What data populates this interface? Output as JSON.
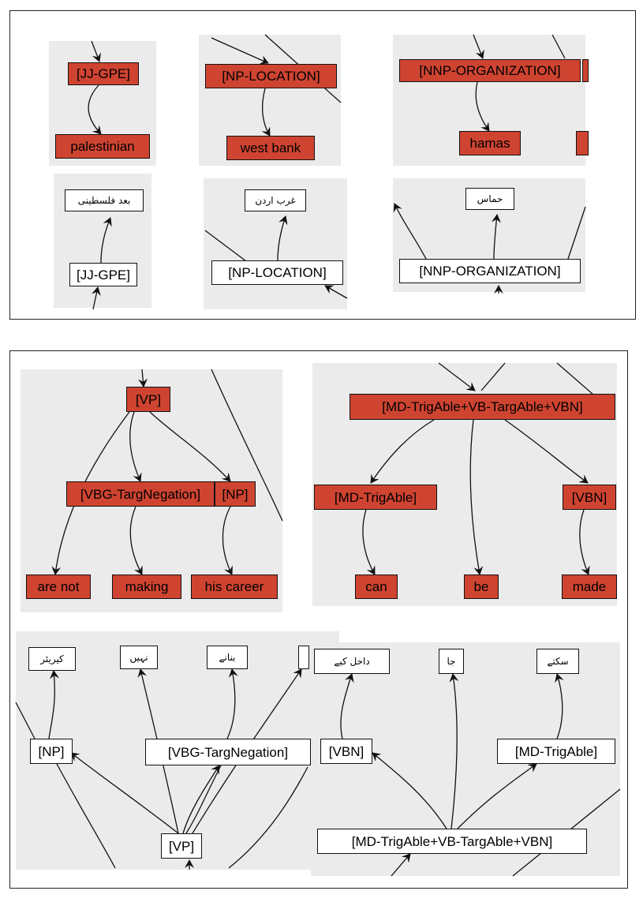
{
  "top_figure": {
    "english_row": {
      "nodes": {
        "jj_gpe": "[JJ-GPE]",
        "palestinian": "palestinian",
        "np_location": "[NP-LOCATION]",
        "west_bank": "west bank",
        "nnp_organization": "[NNP-ORGANIZATION]",
        "hamas": "hamas"
      }
    },
    "urdu_row": {
      "nodes": {
        "urdu_palestinian": "بعد فلسطینی",
        "jj_gpe": "[JJ-GPE]",
        "urdu_west_bank": "غرب اردن",
        "np_location": "[NP-LOCATION]",
        "urdu_hamas": "حماس",
        "nnp_organization": "[NNP-ORGANIZATION]"
      }
    }
  },
  "bottom_figure": {
    "english_row": {
      "nodes": {
        "vp": "[VP]",
        "vbg_targnegation": "[VBG-TargNegation]",
        "np": "[NP]",
        "are_not": "are not",
        "making": "making",
        "his_career": "his career",
        "md_vb_vbn": "[MD-TrigAble+VB-TargAble+VBN]",
        "md_trigable": "[MD-TrigAble]",
        "vbn": "[VBN]",
        "can": "can",
        "be": "be",
        "made": "made"
      }
    },
    "urdu_row": {
      "nodes": {
        "urdu_career": "کیریئر",
        "urdu_nahin": "نہیں",
        "urdu_banane": "بنانے",
        "np": "[NP]",
        "vbg_targnegation": "[VBG-TargNegation]",
        "vp": "[VP]",
        "urdu_dakhil_kiye": "داخل کیے",
        "urdu_ja": "جا",
        "urdu_sakte": "سکتے",
        "vbn": "[VBN]",
        "md_trigable": "[MD-TrigAble]",
        "md_vb_vbn": "[MD-TrigAble+VB-TargAble+VBN]"
      }
    }
  }
}
